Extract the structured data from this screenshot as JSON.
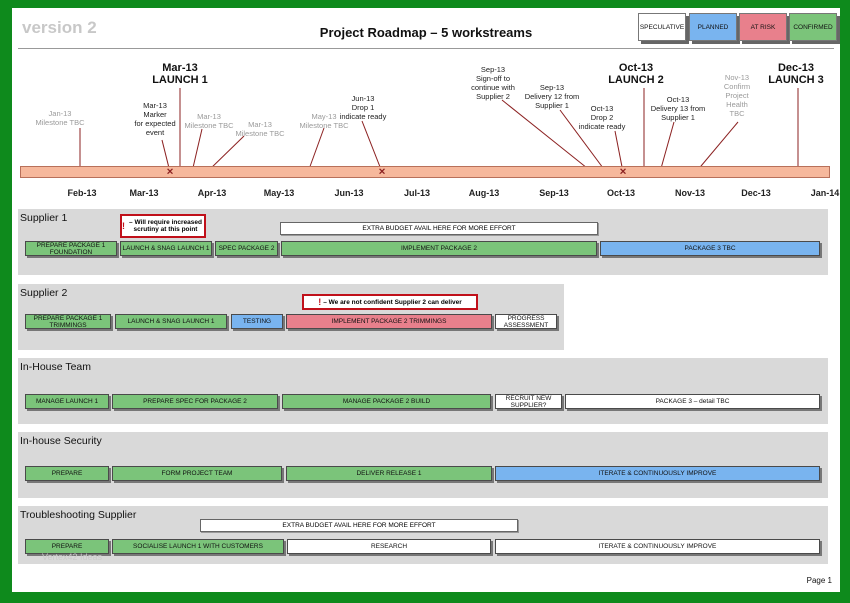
{
  "version_label": "version 2",
  "title": "Project Roadmap – 5 workstreams",
  "legend": [
    {
      "label": "SPECULATIVE",
      "color": "#ffffff"
    },
    {
      "label": "PLANNED",
      "color": "#79b4ef"
    },
    {
      "label": "AT RISK",
      "color": "#e8808c"
    },
    {
      "label": "CONFIRMED",
      "color": "#7bc47a"
    }
  ],
  "months": [
    "Feb-13",
    "Mar-13",
    "Apr-13",
    "May-13",
    "Jun-13",
    "Jul-13",
    "Aug-13",
    "Sep-13",
    "Oct-13",
    "Nov-13",
    "Dec-13",
    "Jan-14"
  ],
  "launches": [
    {
      "line1": "Mar-13",
      "line2": "LAUNCH 1"
    },
    {
      "line1": "Oct-13",
      "line2": "LAUNCH 2"
    },
    {
      "line1": "Dec-13",
      "line2": "LAUNCH 3"
    }
  ],
  "milestones": [
    [
      "Jan-13",
      "Milestone TBC"
    ],
    [
      "Mar-13",
      "Marker",
      "for expected",
      "event"
    ],
    [
      "Mar-13",
      "Milestone TBC"
    ],
    [
      "Mar-13",
      "Milestone TBC"
    ],
    [
      "May-13",
      "Milestone TBC"
    ],
    [
      "Jun-13",
      "Drop 1",
      "indicate ready"
    ],
    [
      "Sep-13",
      "Sign-off to",
      "continue with",
      "Supplier 2"
    ],
    [
      "Sep-13",
      "Delivery 12 from",
      "Supplier 1"
    ],
    [
      "Oct-13",
      "Drop 2",
      "indicate ready"
    ],
    [
      "Oct-13",
      "Delivery 13 from",
      "Supplier 1"
    ],
    [
      "Nov-13",
      "Confirm",
      "Project",
      "Health",
      "TBC"
    ]
  ],
  "lanes": [
    {
      "title": "Supplier 1",
      "bars": [
        "PREPARE PACKAGE 1 FOUNDATION",
        "LAUNCH & SNAG LAUNCH 1",
        "SPEC PACKAGE 2",
        "IMPLEMENT PACKAGE 2",
        "PACKAGE 3 TBC"
      ],
      "note": "EXTRA BUDGET AVAIL HERE FOR MORE EFFORT",
      "warning": "– Will require increased scrutiny at this point"
    },
    {
      "title": "Supplier 2",
      "bars": [
        "PREPARE PACKAGE 1 TRIMMINGS",
        "LAUNCH & SNAG LAUNCH 1",
        "TESTING",
        "IMPLEMENT PACKAGE 2 TRIMMINGS",
        "PROGRESS ASSESSMENT"
      ],
      "warning": "– We are not confident Supplier 2 can deliver"
    },
    {
      "title": "In-House Team",
      "bars": [
        "MANAGE LAUNCH 1",
        "PREPARE SPEC FOR PACKAGE 2",
        "MANAGE PACKAGE 2 BUILD",
        "RECRUIT NEW SUPPLIER?",
        "PACKAGE 3 – detail TBC"
      ]
    },
    {
      "title": "In-house Security",
      "bars": [
        "PREPARE",
        "FORM PROJECT TEAM",
        "DELIVER RELEASE 1",
        "ITERATE & CONTINUOUSLY IMPROVE"
      ]
    },
    {
      "title": "Troubleshooting Supplier",
      "bars": [
        "PREPARE",
        "SOCIALISE LAUNCH 1 WITH CUSTOMERS",
        "RESEARCH",
        "ITERATE & CONTINUOUSLY IMPROVE"
      ],
      "note": "EXTRA BUDGET AVAIL HERE FOR MORE EFFORT"
    }
  ],
  "page_label": "Page 1",
  "watermark": "Vertex42 Ideas",
  "colors": {
    "frame": "#0e8a1c",
    "timeline": "#f6b89c",
    "marker": "#8b2020"
  }
}
